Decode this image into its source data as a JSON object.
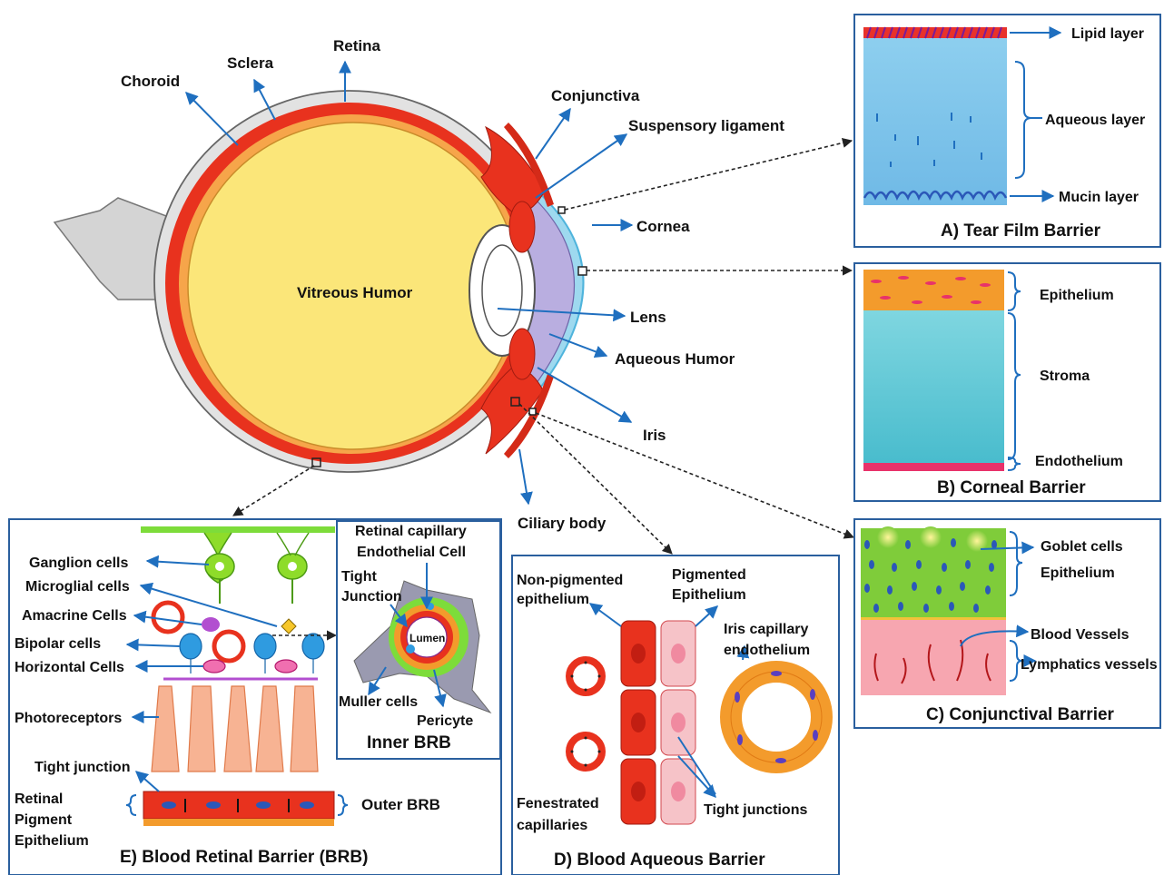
{
  "eye_labels": {
    "choroid": "Choroid",
    "sclera": "Sclera",
    "retina": "Retina",
    "conjunctiva": "Conjunctiva",
    "suspensory_ligament": "Suspensory ligament",
    "cornea": "Cornea",
    "vitreous_humor": "Vitreous Humor",
    "lens": "Lens",
    "aqueous_humor": "Aqueous Humor",
    "iris": "Iris",
    "ciliary_body": "Ciliary body"
  },
  "panel_a": {
    "title": "A) Tear Film Barrier",
    "lipid": "Lipid layer",
    "aqueous": "Aqueous layer",
    "mucin": "Mucin layer"
  },
  "panel_b": {
    "title": "B) Corneal Barrier",
    "epithelium": "Epithelium",
    "stroma": "Stroma",
    "endothelium": "Endothelium"
  },
  "panel_c": {
    "title": "C) Conjunctival Barrier",
    "goblet": "Goblet cells",
    "epithelium": "Epithelium",
    "blood": "Blood Vessels",
    "lymph": "Lymphatics vessels"
  },
  "panel_d": {
    "title": "D) Blood Aqueous Barrier",
    "np_line1": "Non-pigmented",
    "np_line2": "epithelium",
    "pig_line1": "Pigmented",
    "pig_line2": "Epithelium",
    "iris_line1": "Iris capillary",
    "iris_line2": "endothelium",
    "fen_line1": "Fenestrated",
    "fen_line2": "capillaries",
    "tight": "Tight junctions"
  },
  "panel_e": {
    "title": "E) Blood Retinal Barrier (BRB)",
    "ganglion": "Ganglion cells",
    "microglial": "Microglial cells",
    "amacrine": "Amacrine Cells",
    "bipolar": "Bipolar cells",
    "horizontal": "Horizontal Cells",
    "photoreceptors": "Photoreceptors",
    "tight": "Tight junction",
    "rpe1": "Retinal",
    "rpe2": "Pigment",
    "rpe3": "Epithelium",
    "outer": "Outer BRB"
  },
  "inner_brb": {
    "title": "Inner BRB",
    "cap1": "Retinal capillary",
    "cap2": "Endothelial Cell",
    "tight1": "Tight",
    "tight2": "Junction",
    "lumen": "Lumen",
    "muller": "Muller cells",
    "pericyte": "Pericyte"
  }
}
